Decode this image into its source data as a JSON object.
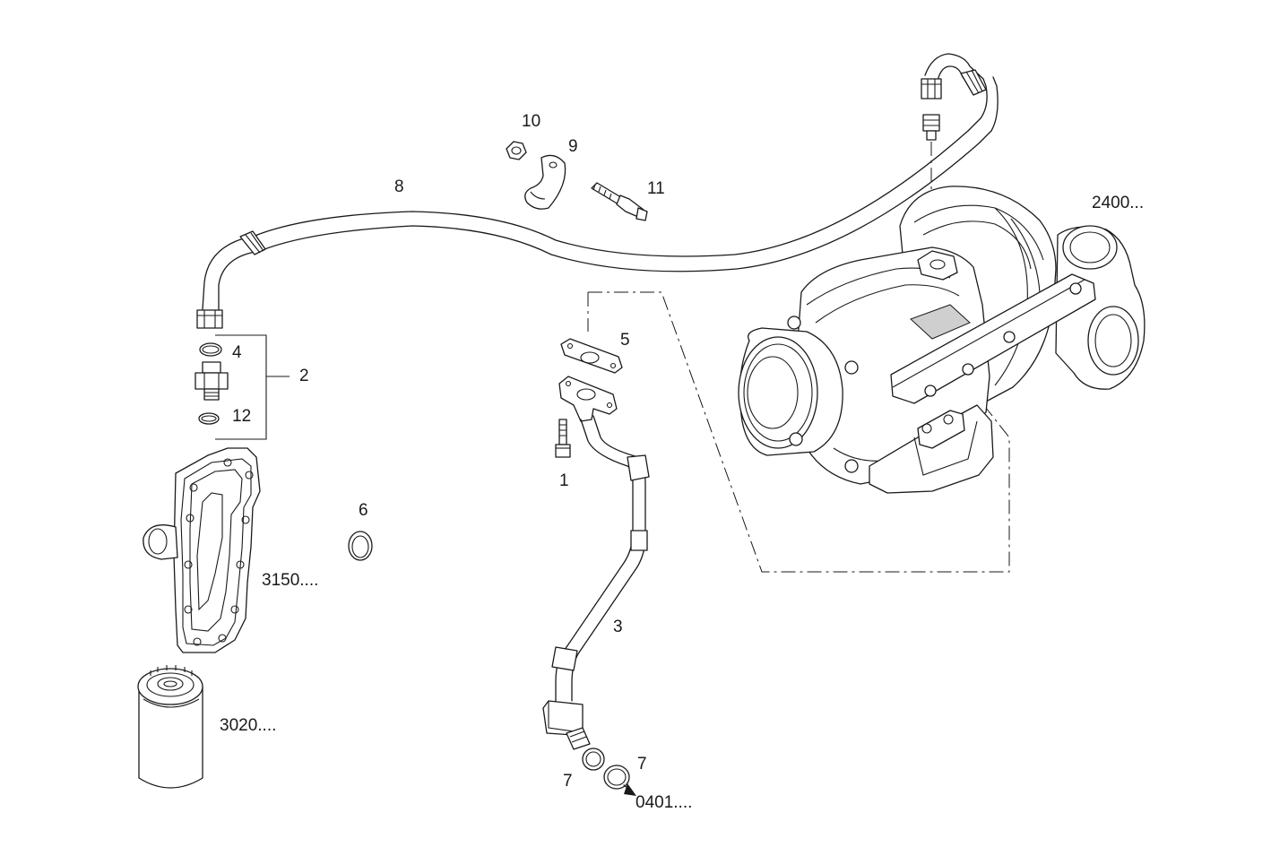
{
  "diagram": {
    "callouts": [
      {
        "id": "1",
        "text": "1"
      },
      {
        "id": "2",
        "text": "2"
      },
      {
        "id": "3",
        "text": "3"
      },
      {
        "id": "4",
        "text": "4"
      },
      {
        "id": "5",
        "text": "5"
      },
      {
        "id": "6",
        "text": "6"
      },
      {
        "id": "7a",
        "text": "7"
      },
      {
        "id": "7b",
        "text": "7"
      },
      {
        "id": "8",
        "text": "8"
      },
      {
        "id": "9",
        "text": "9"
      },
      {
        "id": "10",
        "text": "10"
      },
      {
        "id": "11",
        "text": "11"
      },
      {
        "id": "12",
        "text": "12"
      },
      {
        "id": "2400",
        "text": "2400..."
      },
      {
        "id": "3150",
        "text": "3150...."
      },
      {
        "id": "3020",
        "text": "3020...."
      },
      {
        "id": "0401",
        "text": "0401...."
      }
    ]
  }
}
